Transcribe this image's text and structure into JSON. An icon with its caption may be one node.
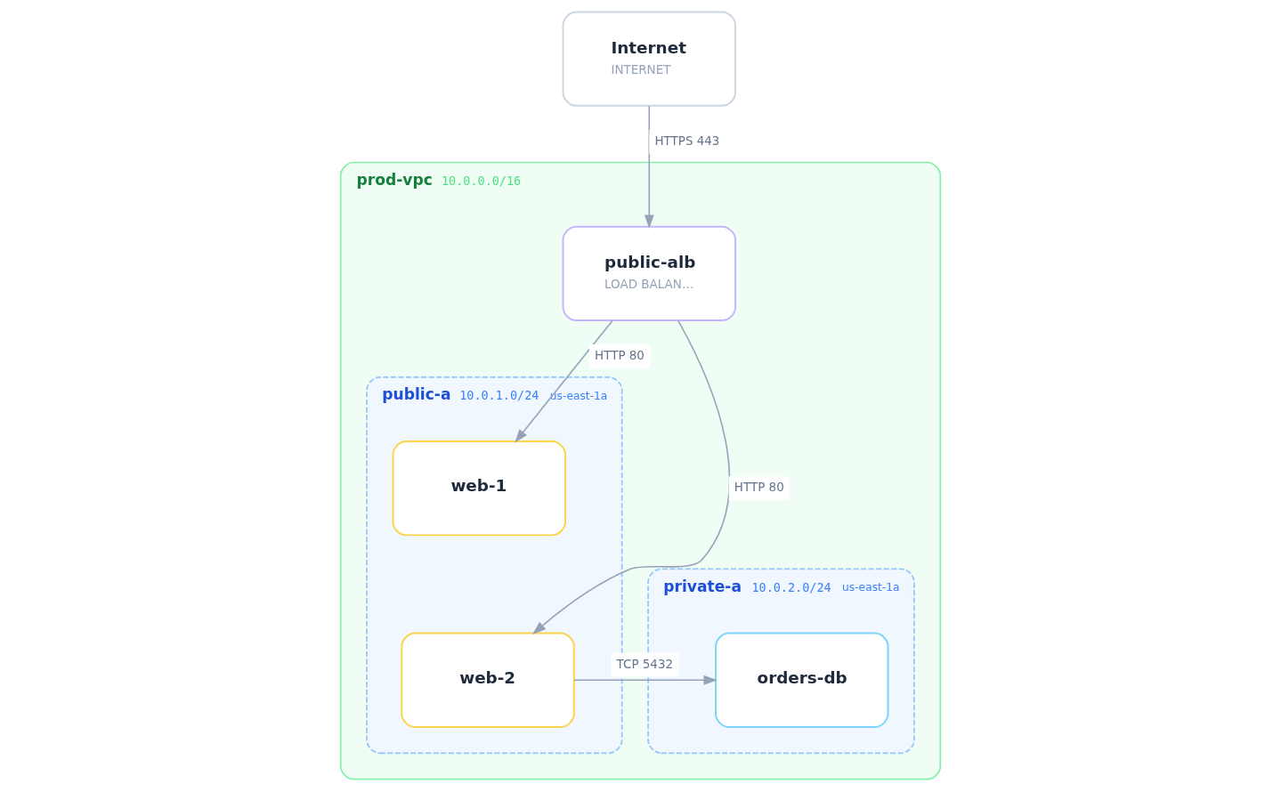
{
  "diagram": {
    "nodes": [
      {
        "text": [
          "Internet",
          "INTERNET"
        ]
      },
      {
        "text": [
          "prod-vpc",
          "10.0.0.0/16"
        ]
      },
      {
        "text": [
          "public-alb",
          "LOAD BALAN…"
        ],
        "in": 1
      },
      {
        "text": [
          "public-a",
          "10.0.1.0/24",
          "us-east-1a"
        ],
        "in": 1
      },
      {
        "text": [
          "web-1"
        ],
        "in": 3
      },
      {
        "text": [
          "web-2"
        ],
        "in": 3
      },
      {
        "text": [
          "private-a",
          "10.0.2.0/24",
          "us-east-1a"
        ],
        "in": 1
      },
      {
        "text": [
          "orders-db"
        ],
        "in": 6
      }
    ],
    "edges": [
      {
        "from": 0,
        "to": 2,
        "arrow": "to",
        "label": "HTTPS 443"
      },
      {
        "from": 2,
        "to": 4,
        "arrow": "to",
        "label": "HTTP 80"
      },
      {
        "from": 2,
        "to": 5,
        "arrow": "to",
        "label": "HTTP 80"
      },
      {
        "from": 5,
        "to": 7,
        "arrow": "to",
        "label": "TCP 5432"
      }
    ]
  }
}
